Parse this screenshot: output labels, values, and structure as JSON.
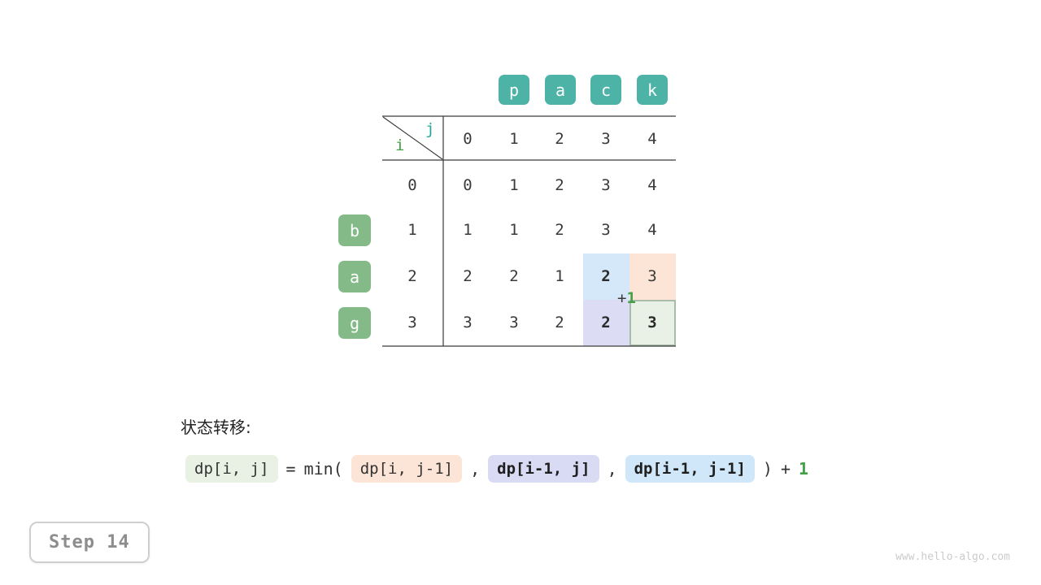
{
  "page": {
    "step_label": "Step 14",
    "watermark": "www.hello-algo.com"
  },
  "colors": {
    "teal_box": "#4db3a6",
    "green_box": "#84ba87",
    "i_label": "#43a047",
    "j_label": "#26a69a",
    "highlight_blue": "#d4e8f9",
    "highlight_peach": "#fce4d6",
    "highlight_lavender": "#dcdcf5",
    "highlight_green": "#e9f1e6",
    "green_accent": "#43a047"
  },
  "table": {
    "corner": {
      "i": "i",
      "j": "j"
    },
    "col_chars": [
      "p",
      "a",
      "c",
      "k"
    ],
    "row_chars": [
      "b",
      "a",
      "g"
    ],
    "col_headers": [
      "0",
      "1",
      "2",
      "3",
      "4"
    ],
    "rows": [
      {
        "header": "0",
        "values": [
          "0",
          "1",
          "2",
          "3",
          "4"
        ]
      },
      {
        "header": "1",
        "values": [
          "1",
          "1",
          "2",
          "3",
          "4"
        ]
      },
      {
        "header": "2",
        "values": [
          "2",
          "2",
          "1",
          "2",
          "3"
        ]
      },
      {
        "header": "3",
        "values": [
          "3",
          "3",
          "2",
          "2",
          "3"
        ]
      }
    ],
    "annotation": {
      "plus": "+",
      "one": "1"
    }
  },
  "formula": {
    "label": "状态转移:",
    "lhs": "dp[i, j]",
    "equals": "=",
    "min_open": "min(",
    "term_left": "dp[i, j-1]",
    "comma1": ",",
    "term_up": "dp[i-1, j]",
    "comma2": ",",
    "term_diag": "dp[i-1, j-1]",
    "close_paren": ")",
    "plus": "+",
    "one": "1"
  }
}
